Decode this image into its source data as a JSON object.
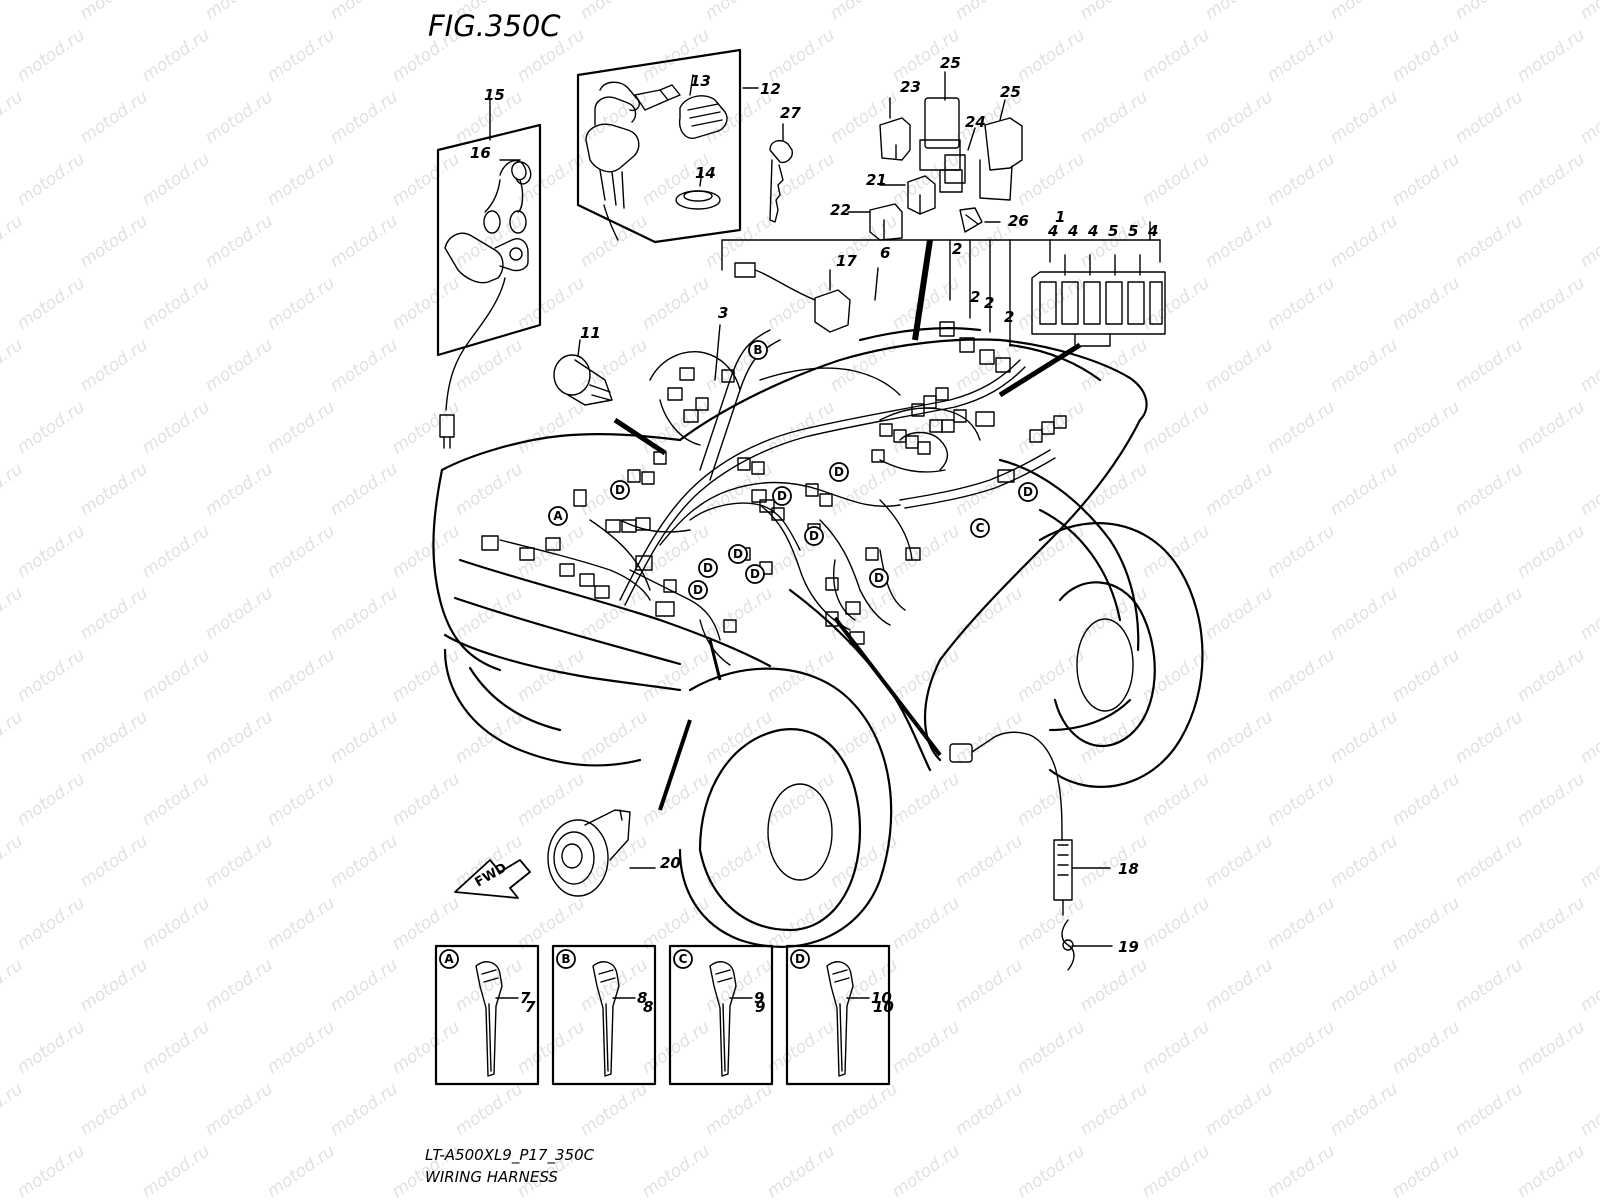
{
  "figure": {
    "title": "FIG.350C",
    "model_code": "LT-A500XL9_P17_350C",
    "caption": "WIRING HARNESS"
  },
  "watermark": {
    "text": "motod.ru"
  },
  "fwd_label": "FWD",
  "part_numbers": [
    "1",
    "2",
    "2",
    "2",
    "2",
    "3",
    "4",
    "4",
    "4",
    "5",
    "5",
    "4",
    "6",
    "7",
    "8",
    "9",
    "10",
    "11",
    "12",
    "13",
    "14",
    "15",
    "16",
    "17",
    "18",
    "19",
    "20",
    "21",
    "22",
    "23",
    "24",
    "25",
    "25",
    "26",
    "27"
  ],
  "clamp_callouts": [
    "A",
    "B",
    "C",
    "D",
    "D",
    "D",
    "D",
    "D",
    "D",
    "D",
    "D",
    "D",
    "D"
  ],
  "clamp_panels": [
    {
      "letter": "A",
      "part": "7"
    },
    {
      "letter": "B",
      "part": "8"
    },
    {
      "letter": "C",
      "part": "9"
    },
    {
      "letter": "D",
      "part": "10"
    }
  ]
}
